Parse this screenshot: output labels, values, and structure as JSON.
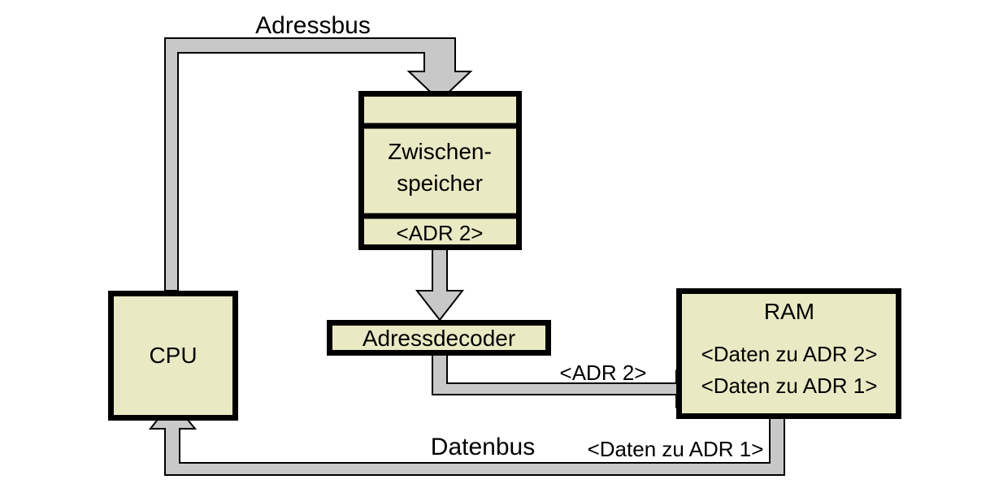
{
  "diagram": {
    "title": "Adressbus / Datenbus Speicherzugriff",
    "colors": {
      "box_fill": "#e9e9c4",
      "box_stroke": "#000000",
      "bus_fill": "#c8c8c8",
      "bus_stroke": "#000000",
      "background": "#ffffff"
    },
    "nodes": {
      "cpu": {
        "label": "CPU"
      },
      "zwischenspeicher": {
        "cell_top": "",
        "label": "Zwischen-",
        "label_line2": "speicher",
        "cell_bottom": "<ADR 2>"
      },
      "adressdecoder": {
        "label": "Adressdecoder"
      },
      "ram": {
        "title": "RAM",
        "row1": "<Daten zu ADR 2>",
        "row2": "<Daten zu ADR 1>"
      }
    },
    "edges": {
      "adressbus": {
        "label": "Adressbus"
      },
      "decoder_to_ram": {
        "label": "<ADR 2>"
      },
      "datenbus": {
        "label": "Datenbus",
        "payload": "<Daten zu ADR 1>"
      }
    }
  }
}
